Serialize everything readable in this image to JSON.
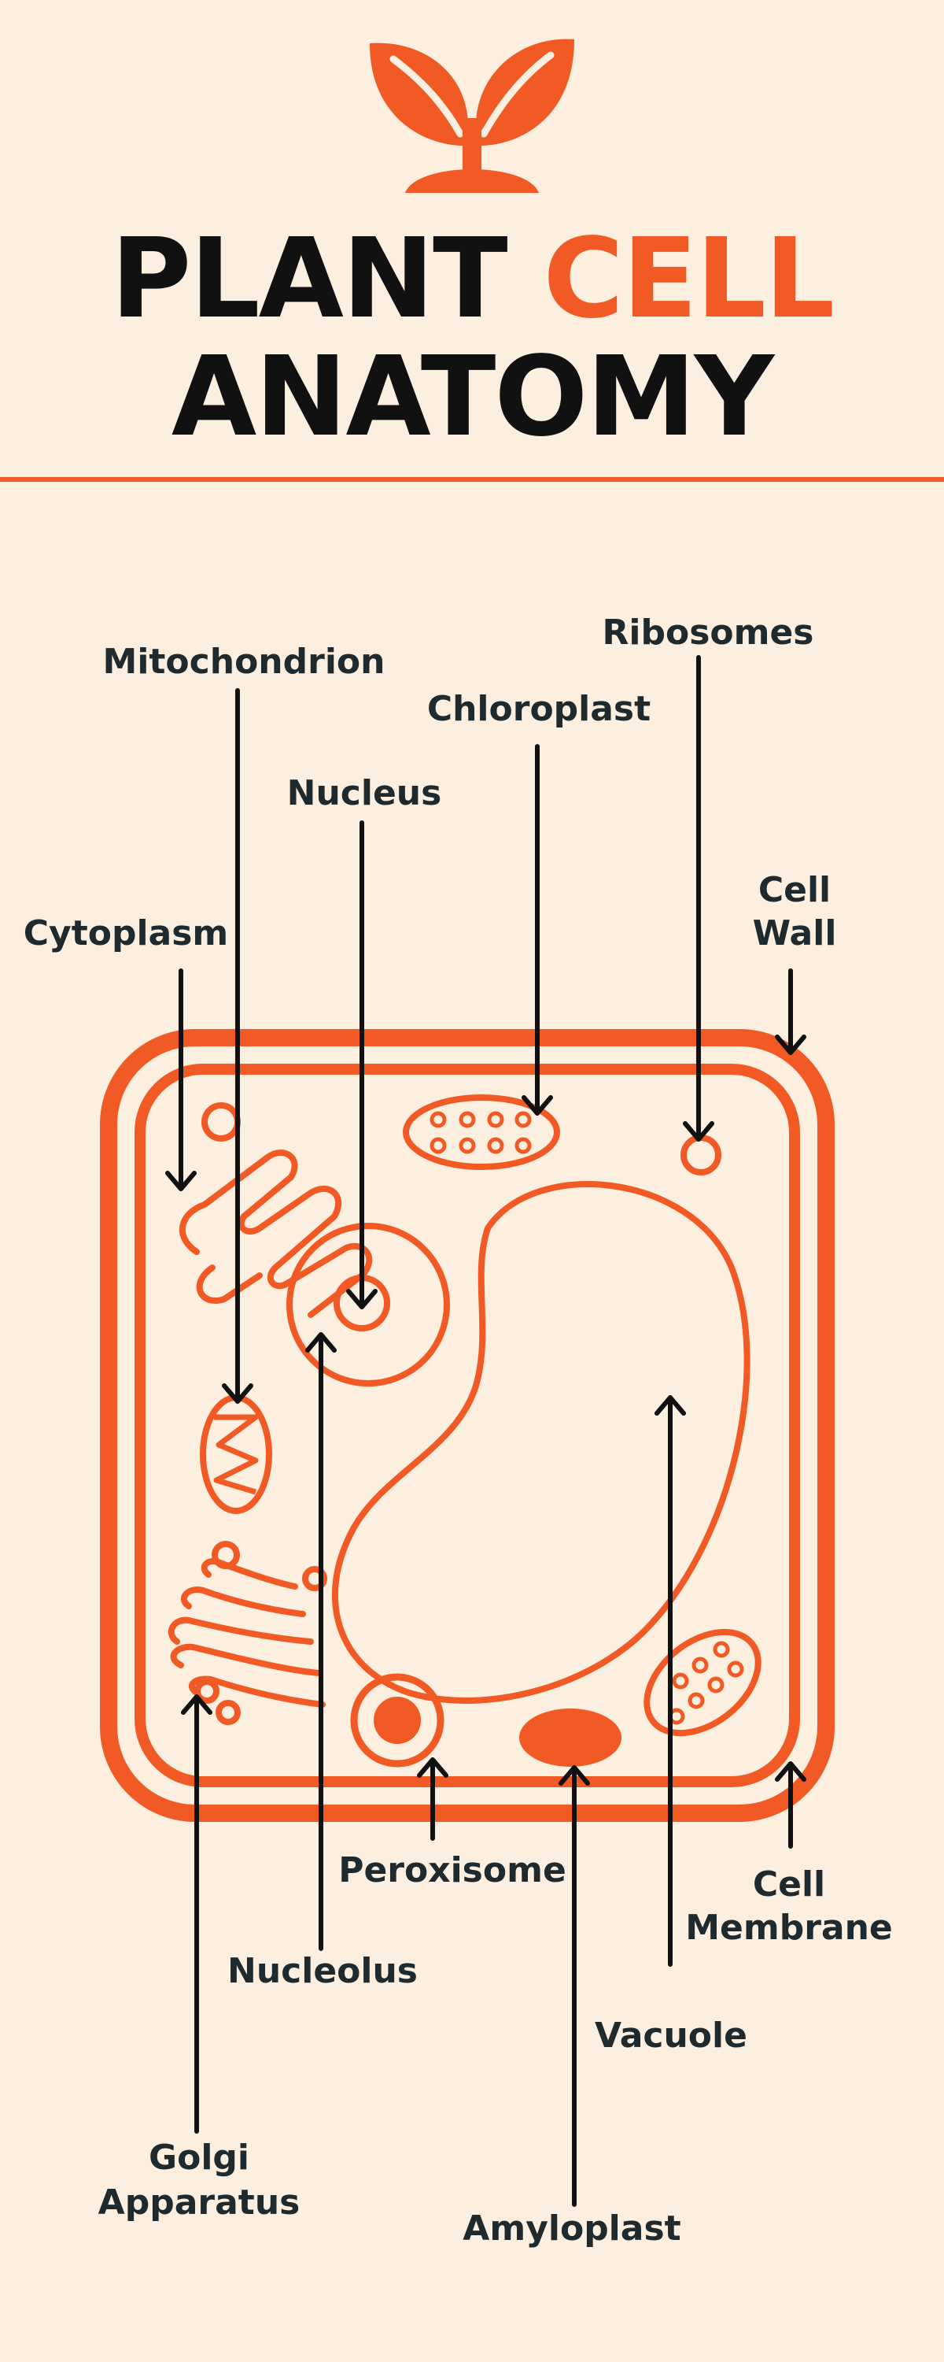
{
  "title": {
    "line1_main": "PLANT",
    "line1_accent": "CELL",
    "line2": "ANATOMY"
  },
  "colors": {
    "background": "#fcefdf",
    "accent": "#f15a24",
    "text": "#1f2a2e",
    "ink": "#111111"
  },
  "icons": {
    "logo": "sprout-icon"
  },
  "labels": {
    "mitochondrion": "Mitochondrion",
    "ribosomes": "Ribosomes",
    "chloroplast": "Chloroplast",
    "nucleus": "Nucleus",
    "cell_wall_1": "Cell",
    "cell_wall_2": "Wall",
    "cytoplasm": "Cytoplasm",
    "peroxisome": "Peroxisome",
    "cell_membrane_1": "Cell",
    "cell_membrane_2": "Membrane",
    "nucleolus": "Nucleolus",
    "vacuole": "Vacuole",
    "golgi_1": "Golgi",
    "golgi_2": "Apparatus",
    "amyloplast": "Amyloplast"
  }
}
